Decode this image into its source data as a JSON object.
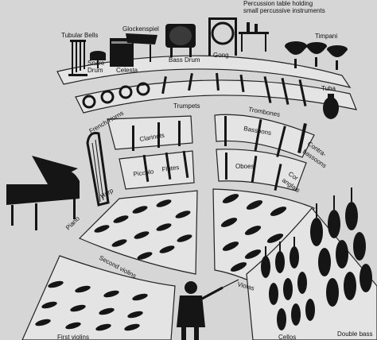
{
  "labels": {
    "tubular_bells": "Tubular Bells",
    "glockenspiel": "Glockenspiel",
    "snare_drum_1": "Snare",
    "snare_drum_2": "Drum",
    "celesta": "Celesta",
    "bass_drum": "Bass Drum",
    "gong": "Gong",
    "percussion_table_1": "Percussion table holding",
    "percussion_table_2": "small percussive instruments",
    "timpani": "Timpani",
    "french_horns": "French Horns",
    "trumpets": "Trumpets",
    "trombones": "Trombones",
    "tuba": "Tuba",
    "clarinets": "Clarinets",
    "bassoons": "Bassoons",
    "contrabassoons_1": "Contra-",
    "contrabassoons_2": "bassoons",
    "harp": "Harp",
    "piccolo": "Piccolo",
    "flutes": "Flutes",
    "oboes": "Oboes",
    "cor_anglais_1": "Cor",
    "cor_anglais_2": "anglais",
    "piano": "Piano",
    "second_violins": "Second violins",
    "violas": "Violas",
    "first_violins": "First violins",
    "cellos": "Cellos",
    "double_bass": "Double bass"
  },
  "colors": {
    "background": "#d6d6d6",
    "band_fill": "#e4e4e4",
    "outline": "#222222",
    "instrument": "#151515"
  }
}
